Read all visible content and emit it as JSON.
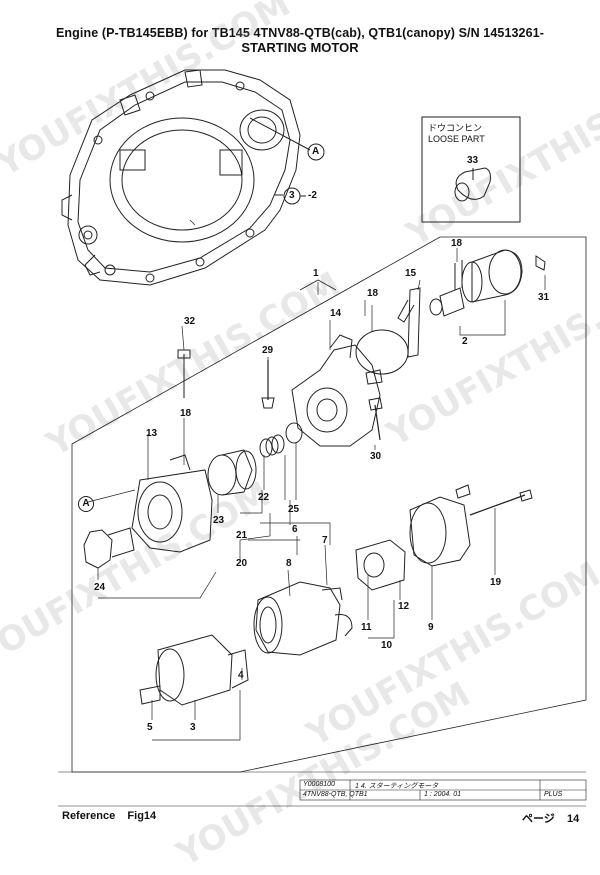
{
  "header": {
    "title": "Engine (P-TB145EBB) for TB145  4TNV88-QTB(cab), QTB1(canopy)  S/N 14513261-",
    "subtitle": "STARTING MOTOR"
  },
  "loose_part": {
    "title_jp": "ドウコンヒン",
    "title_en": "LOOSE PART",
    "part": "33"
  },
  "callouts": [
    {
      "id": "A",
      "text": "A"
    },
    {
      "id": "A2",
      "text": "A"
    },
    {
      "id": "3",
      "text": "3"
    }
  ],
  "labels": {
    "l1": "1",
    "l2": "2",
    "l3": "3",
    "l3b": "-2",
    "l4": "4",
    "l5": "5",
    "l6": "6",
    "l7": "7",
    "l8": "8",
    "l9": "9",
    "l10": "10",
    "l11": "11",
    "l12": "12",
    "l13": "13",
    "l14": "14",
    "l15": "15",
    "l18a": "18",
    "l18b": "18",
    "l18c": "18",
    "l19": "19",
    "l20": "20",
    "l21": "21",
    "l22": "22",
    "l23": "23",
    "l24": "24",
    "l25": "25",
    "l29": "29",
    "l30": "30",
    "l31": "31",
    "l32": "32"
  },
  "watermark": "YOUFIXTHIS.COM",
  "title_block": {
    "code": "Y0008100",
    "section": "1 4. スターティングモータ",
    "model": "4TNV88-QTB, QTB1",
    "date": "1 : 2004. 01",
    "rev": "PLUS"
  },
  "footer": {
    "reference": "Reference    Fig14",
    "page": "ページ    14"
  }
}
